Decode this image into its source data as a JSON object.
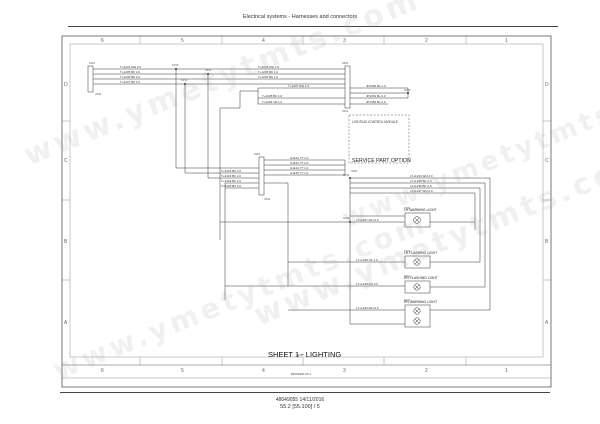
{
  "header": {
    "title": "Electrical systems - Harnesses and connectors"
  },
  "footer": {
    "doc_line": "48049055 14/11/2016",
    "page_ref": "55.2 [55.100] / 5"
  },
  "frame": {
    "top_cols": [
      "6",
      "5",
      "4",
      "3",
      "2",
      "1"
    ],
    "bottom_cols": [
      "6",
      "5",
      "4",
      "3",
      "2",
      "1"
    ],
    "left_rows": [
      "D",
      "C",
      "B",
      "A"
    ],
    "right_rows": [
      "D",
      "C",
      "B",
      "A"
    ]
  },
  "diagram": {
    "sheet_title": "SHEET 1 - LIGHTING",
    "service_box_label": "SERVICE PART OPTION",
    "module_label": "LIGHTING CONTROL MODULE",
    "drawing_id": "84523930 Sh.1",
    "light_labels": [
      "LH WARNING LIGHT",
      "LH FLASHING LIGHT",
      "RH FLASHING LIGHT",
      "RH WARNING LIGHT"
    ],
    "top_wire_labels": [
      "T+1234 WH 2.0",
      "T+1235 BK 2.0",
      "T+1236 BK 2.0",
      "T+1237 BK 1.0"
    ],
    "top_right_wire_labels": [
      "T+1234 WH 1.0",
      "T+1235 BK 1.0",
      "T+1236 BK 1.0",
      "T+1237 WH 1.0"
    ],
    "mid_wire_labels": [
      "T+1238 BK 1.0",
      "T+1239 YE 1.0"
    ],
    "right_wire_labels": [
      "LT+1234 WH 2.0",
      "LT+1235 BK 2.0",
      "LT+1236 BK 2.0",
      "LT+1237 WH 2.0"
    ],
    "left_mid_labels": [
      "T+4432 BK 2.0",
      "T+4433 BK 2.0",
      "T+4434 BK 2.0",
      "T+4435 BK 2.0"
    ],
    "inner_mid_labels": [
      "G1122 YT 1.0",
      "G1123 YT 2.0",
      "G1124 YT 1.0",
      "G1125 YT 1.0"
    ],
    "light_wire_labels": [
      "LT+1237 WH 2.0",
      "LT+1238 YE 1.0",
      "LT+1239 GN 2.0",
      "LT+1240 WH 2.0"
    ],
    "module_wire_labels": [
      "JP1450 BL 2.0",
      "JP1451 BL 2.0",
      "JP1452 BL 2.0"
    ],
    "connector_ids": [
      "X001",
      "X003",
      "X004",
      "X005",
      "X006",
      "X007",
      "X010",
      "X021",
      "X040",
      "X041",
      "X042",
      "X043"
    ],
    "splice_ids": [
      "SP10",
      "SP11",
      "SP12",
      "SP13",
      "SP14",
      "SP15"
    ]
  },
  "watermark": {
    "text": "www.ymetytmts.com"
  },
  "colors": {
    "line": "#333333",
    "frame": "#555555",
    "dashed": "#555555"
  }
}
